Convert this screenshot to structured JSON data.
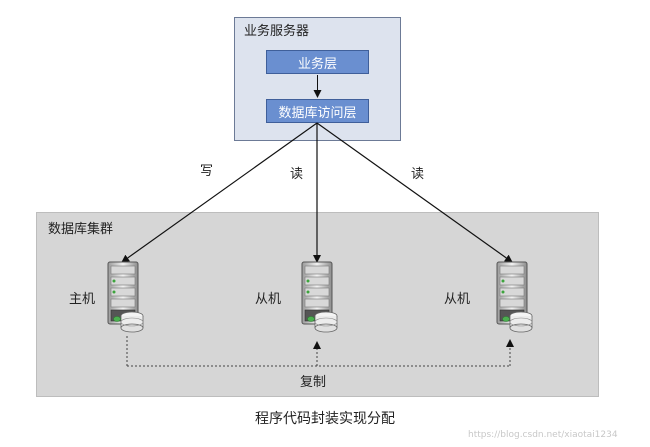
{
  "server": {
    "title": "业务服务器",
    "business_layer": "业务层",
    "db_access_layer": "数据库访问层"
  },
  "arrows": {
    "write": "写",
    "read_middle": "读",
    "read_right": "读"
  },
  "cluster": {
    "title": "数据库集群",
    "master_label": "主机",
    "slave1_label": "从机",
    "slave2_label": "从机",
    "replication": "复制"
  },
  "caption": "程序代码封装实现分配",
  "watermark": "https://blog.csdn.net/xiaotai1234",
  "colors": {
    "server_bg": "#dde3ee",
    "layer_fill": "#6a8fd0",
    "cluster_bg": "#d6d6d6",
    "db_disk": "#4caf50"
  }
}
